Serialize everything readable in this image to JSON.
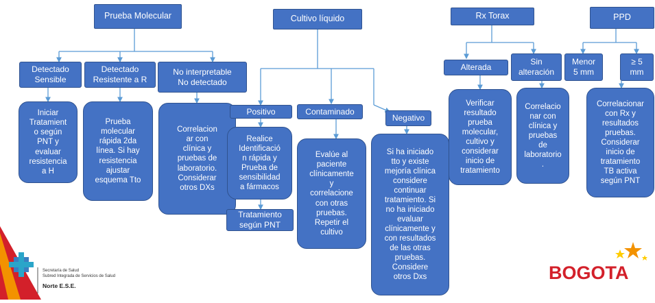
{
  "headers": {
    "molecular": "Prueba Molecular",
    "cultivo": "Cultivo líquido",
    "rx": "Rx Torax",
    "ppd": "PPD"
  },
  "molecular": {
    "sensible": "Detectado\nSensible",
    "resistente": "Detectado\nResistente a R",
    "no_interp": "No interpretable\nNo detectado",
    "card_sensible": "Iniciar\nTratamient\no según\nPNT y\nevaluar\nresistencia\na H",
    "card_resistente": "Prueba\nmolecular\nrápida 2da\nlínea. Si hay\nresistencia\najustar\nesquema Tto",
    "card_no_interp": "Correlacion\nar con\nclínica y\npruebas de\nlaboratorio.\nConsiderar\notros DXs"
  },
  "cultivo": {
    "positivo": "Positivo",
    "contaminado": "Contaminado",
    "negativo": "Negativo",
    "card_positivo": "Realice\nIdentificació\nn rápida y\nPrueba de\nsensibilidad\na fármacos",
    "card_tratamiento": "Tratamiento\nsegún PNT",
    "card_contaminado": "Evalúe al\npaciente\nclínicamente\ny\ncorrelacione\ncon otras\npruebas.\nRepetir el\ncultivo",
    "card_negativo": "Si ha iniciado\ntto y existe\nmejoría clínica\nconsidere\ncontinuar\ntratamiento. Si\nno ha iniciado\nevaluar\nclínicamente y\ncon resultados\nde las otras\npruebas.\nConsidere\notros Dxs"
  },
  "rx": {
    "alterada": "Alterada",
    "sin_alt": "Sin\nalteración",
    "card_alterada": "Verificar\nresultado\nprueba\nmolecular,\ncultivo y\nconsiderar\ninicio de\ntratamiento",
    "card_sin_alt": "Correlacio\nnar con\nclínica y\npruebas\nde\nlaboratorio\n."
  },
  "ppd": {
    "menor": "Menor\n5 mm",
    "mayor": "≥ 5\nmm",
    "card_mayor": "Correlacionar\ncon Rx y\nresultados\npruebas.\nConsiderar\ninicio de\ntratamiento\nTB activa\nsegún PNT"
  },
  "logos": {
    "left_line1": "Secretaría de Salud",
    "left_line2": "Subred Integrada de Servicios de Salud",
    "left_line3": "Norte E.S.E.",
    "right_word": "BOGOTA"
  },
  "colors": {
    "box_fill": "#4472c4",
    "box_border": "#2f528f",
    "connector": "#5b9bd5",
    "logo_red": "#d3202a",
    "logo_orange": "#f39200",
    "logo_yellow": "#ffcc00"
  }
}
